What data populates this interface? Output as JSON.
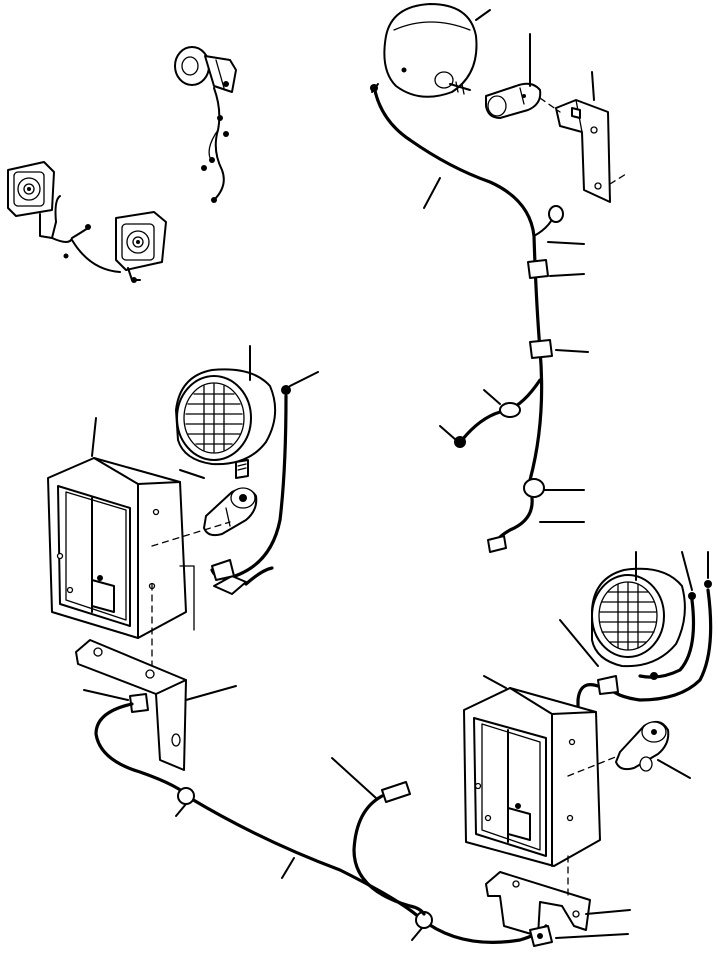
{
  "figure": {
    "kind": "exploded parts diagram",
    "ink_color": "#000000",
    "paper_color": "#ffffff",
    "components": [
      "horn",
      "rear-lamp-pair",
      "front-work-lamp",
      "lamp-mount-bracket",
      "harness-clamps",
      "left-work-lamp",
      "left-lamp-guard",
      "left-lamp-bracket",
      "main-wire-harness",
      "right-work-lamp",
      "right-lamp-guard",
      "right-lamp-bracket"
    ]
  }
}
